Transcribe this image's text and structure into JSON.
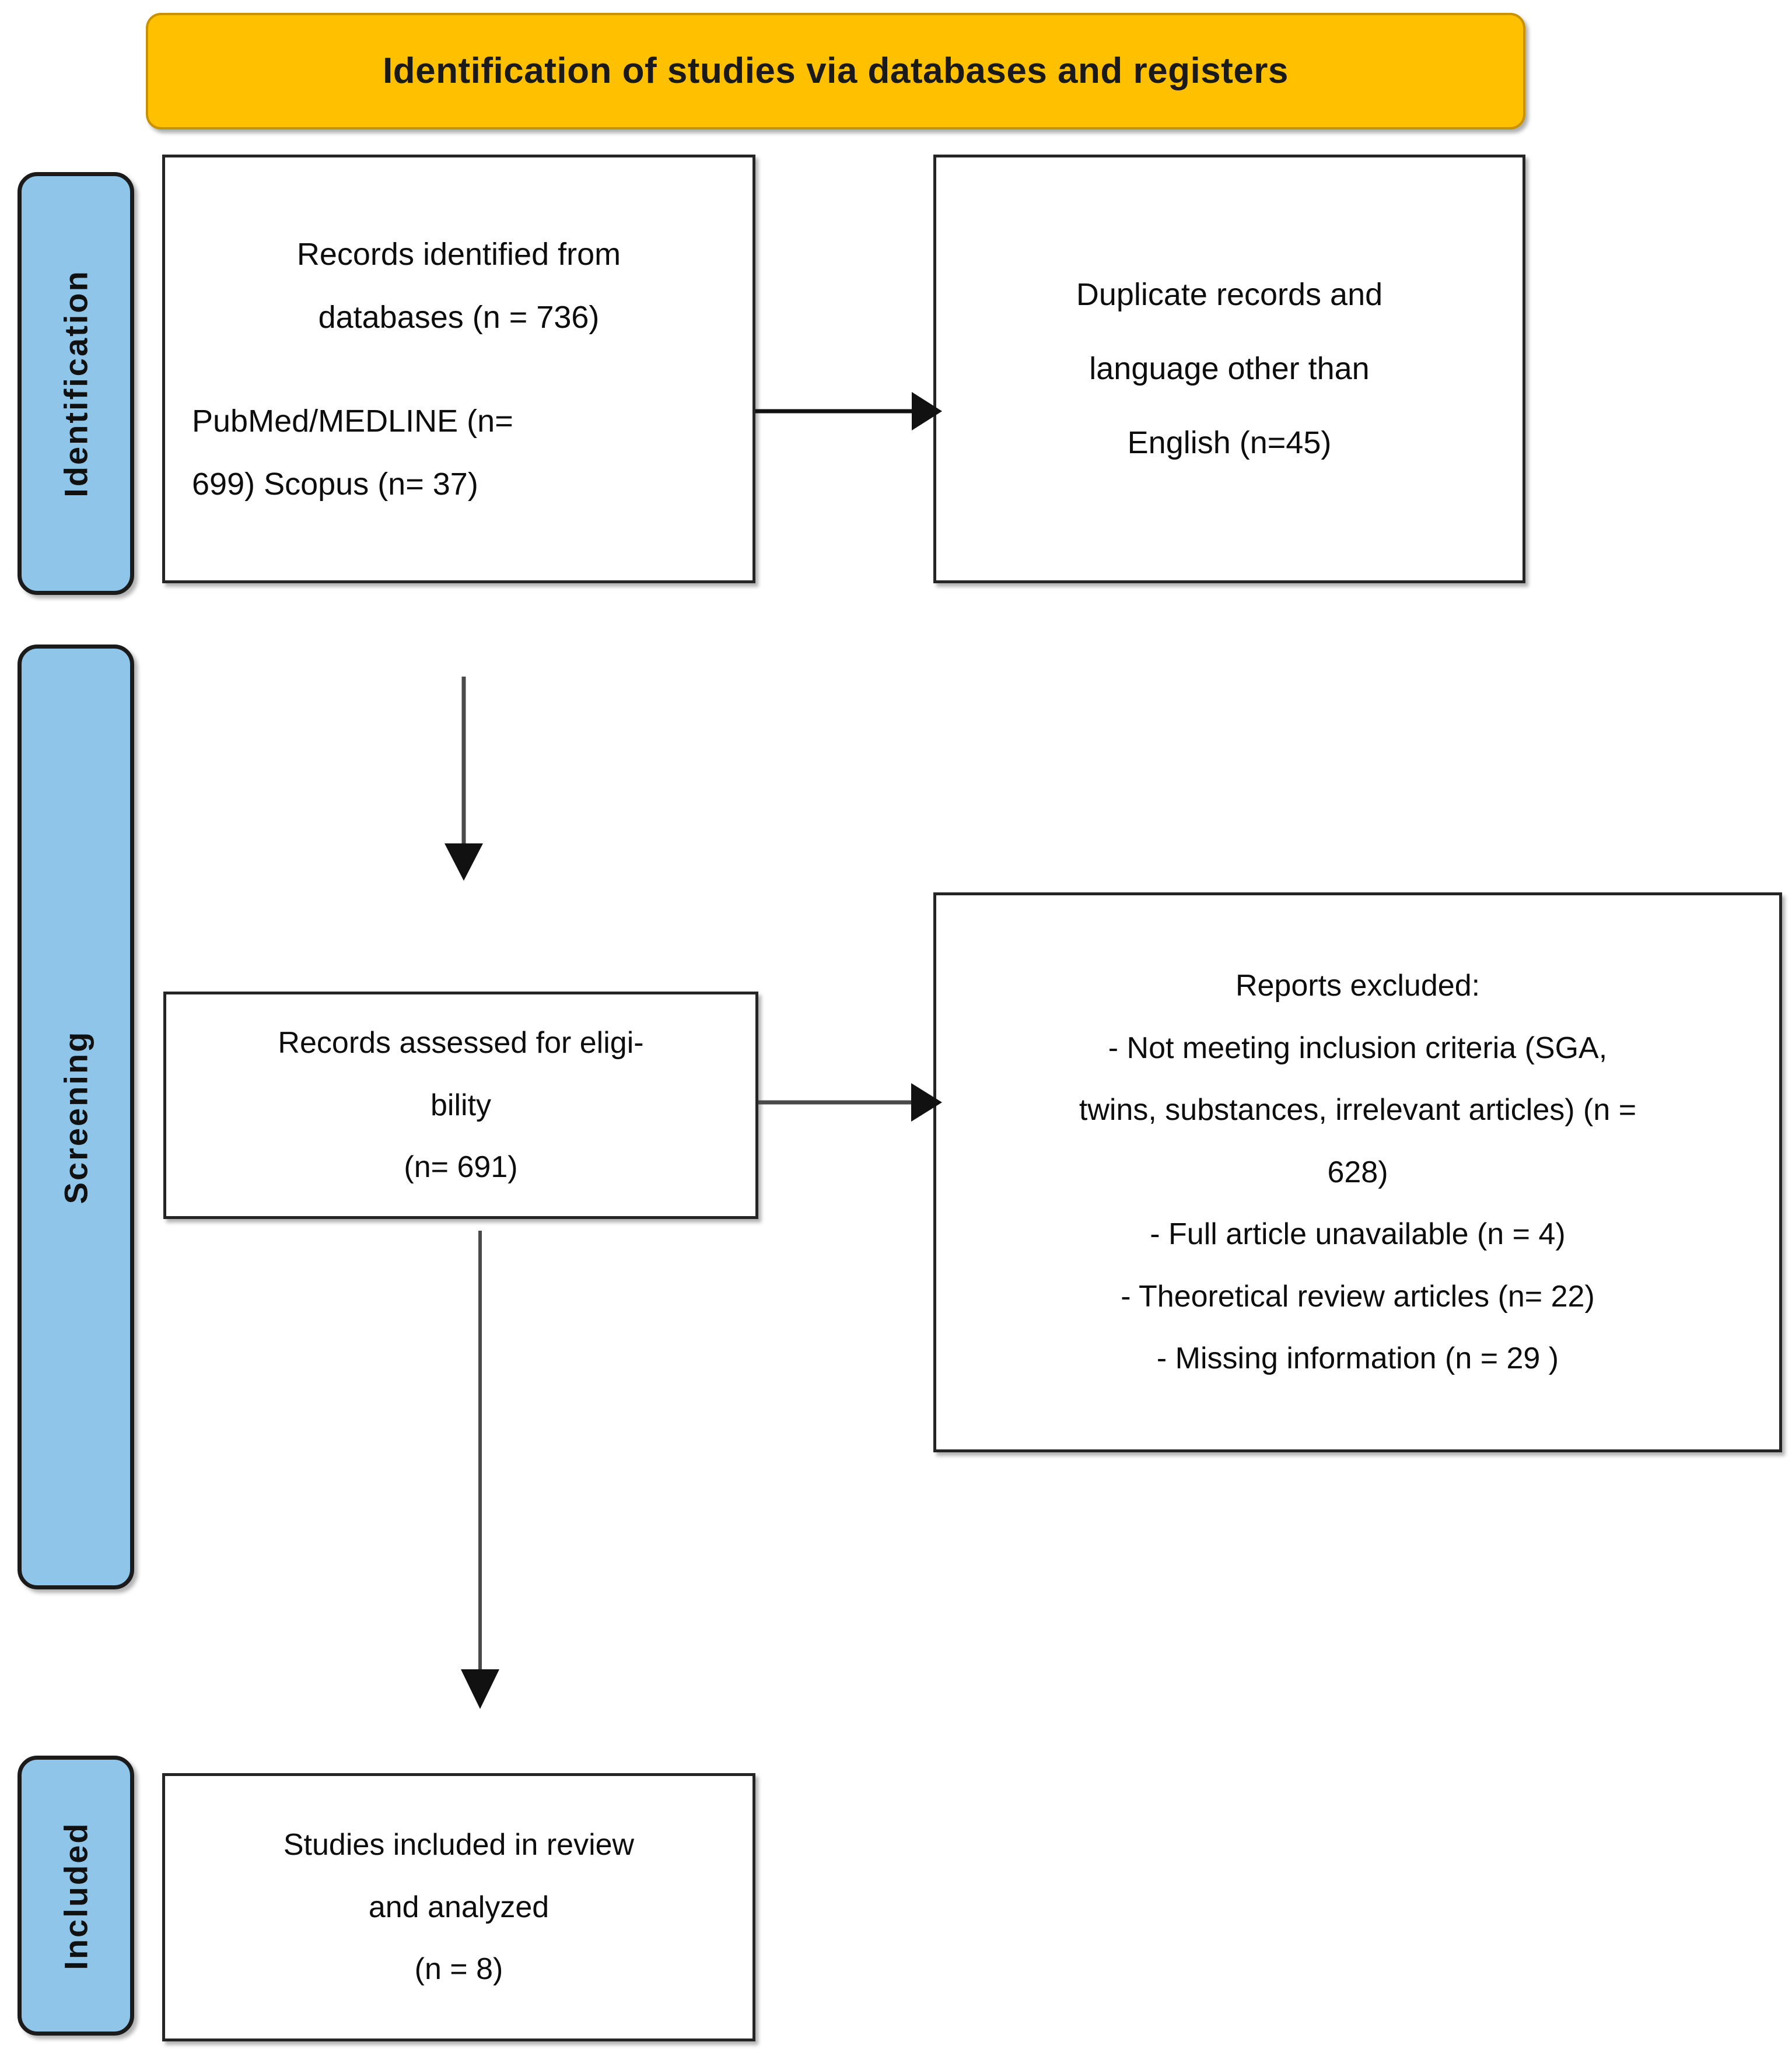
{
  "diagram": {
    "type": "prisma-flow-diagram",
    "banner": {
      "title": "Identification of studies via databases and registers",
      "fill_color": "#FFC000",
      "border_color": "#C89200"
    },
    "stage_bars": {
      "fill_color": "#8EC5E8",
      "items": [
        {
          "id": "identification",
          "label": "Identification"
        },
        {
          "id": "screening",
          "label": "Screening"
        },
        {
          "id": "included",
          "label": "Included"
        }
      ]
    },
    "boxes": {
      "identified": {
        "id": "records-identified",
        "lines": [
          "Records identified from",
          "databases (n = 736)",
          "PubMed/MEDLINE    (n=",
          "699) Scopus (n= 37)"
        ],
        "count_total": 736,
        "sources": [
          {
            "name": "PubMed/MEDLINE",
            "n": 699
          },
          {
            "name": "Scopus",
            "n": 37
          }
        ]
      },
      "duplicates": {
        "id": "duplicate-records-removed",
        "lines": [
          "Duplicate records and",
          "language other than",
          "English (n=45)"
        ],
        "count": 45
      },
      "assessed": {
        "id": "records-assessed-for-eligibility",
        "lines": [
          "Records assessed for eligi-",
          "bility",
          "(n= 691)"
        ],
        "count": 691
      },
      "excluded": {
        "id": "reports-excluded",
        "heading": "Reports excluded:",
        "lines": [
          "- Not meeting inclusion criteria (SGA,",
          "twins, substances, irrelevant articles) (n =",
          "628)",
          "- Full article unavailable (n = 4)",
          "- Theoretical review articles (n= 22)",
          "- Missing information (n = 29 )"
        ],
        "reasons": [
          {
            "reason": "Not meeting inclusion criteria (SGA, twins, substances, irrelevant articles)",
            "n": 628
          },
          {
            "reason": "Full article unavailable",
            "n": 4
          },
          {
            "reason": "Theoretical review articles",
            "n": 22
          },
          {
            "reason": "Missing information",
            "n": 29
          }
        ]
      },
      "included": {
        "id": "studies-included",
        "lines": [
          "Studies included in review",
          "and analyzed",
          "(n = 8)"
        ],
        "count": 8
      }
    },
    "arrows": [
      {
        "id": "identified-to-duplicates",
        "direction": "right"
      },
      {
        "id": "identified-to-assessed",
        "direction": "down"
      },
      {
        "id": "assessed-to-excluded",
        "direction": "right"
      },
      {
        "id": "assessed-to-included",
        "direction": "down"
      }
    ]
  }
}
